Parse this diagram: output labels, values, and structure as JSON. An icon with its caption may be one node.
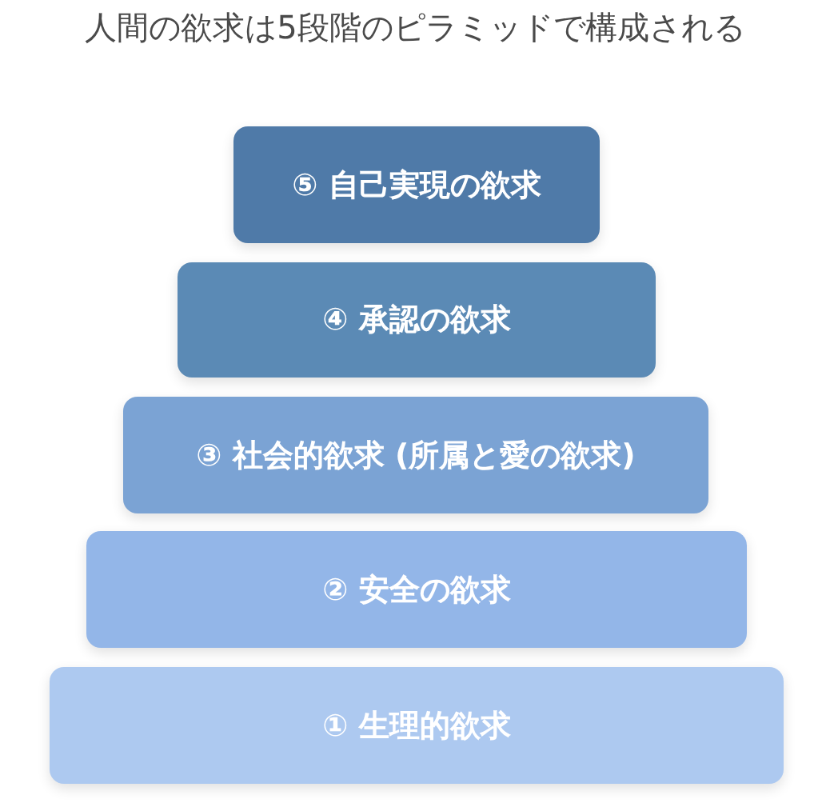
{
  "diagram": {
    "title": "人間の欲求は5段階のピラミッドで構成される",
    "nodes": [
      {
        "text": [
          "⑤ 自己実現の欲求"
        ]
      },
      {
        "text": [
          "④ 承認の欲求"
        ]
      },
      {
        "text": [
          "③ 社会的欲求 (所属と愛の欲求)"
        ]
      },
      {
        "text": [
          "② 安全の欲求"
        ]
      },
      {
        "text": [
          "① 生理的欲求"
        ]
      }
    ]
  }
}
